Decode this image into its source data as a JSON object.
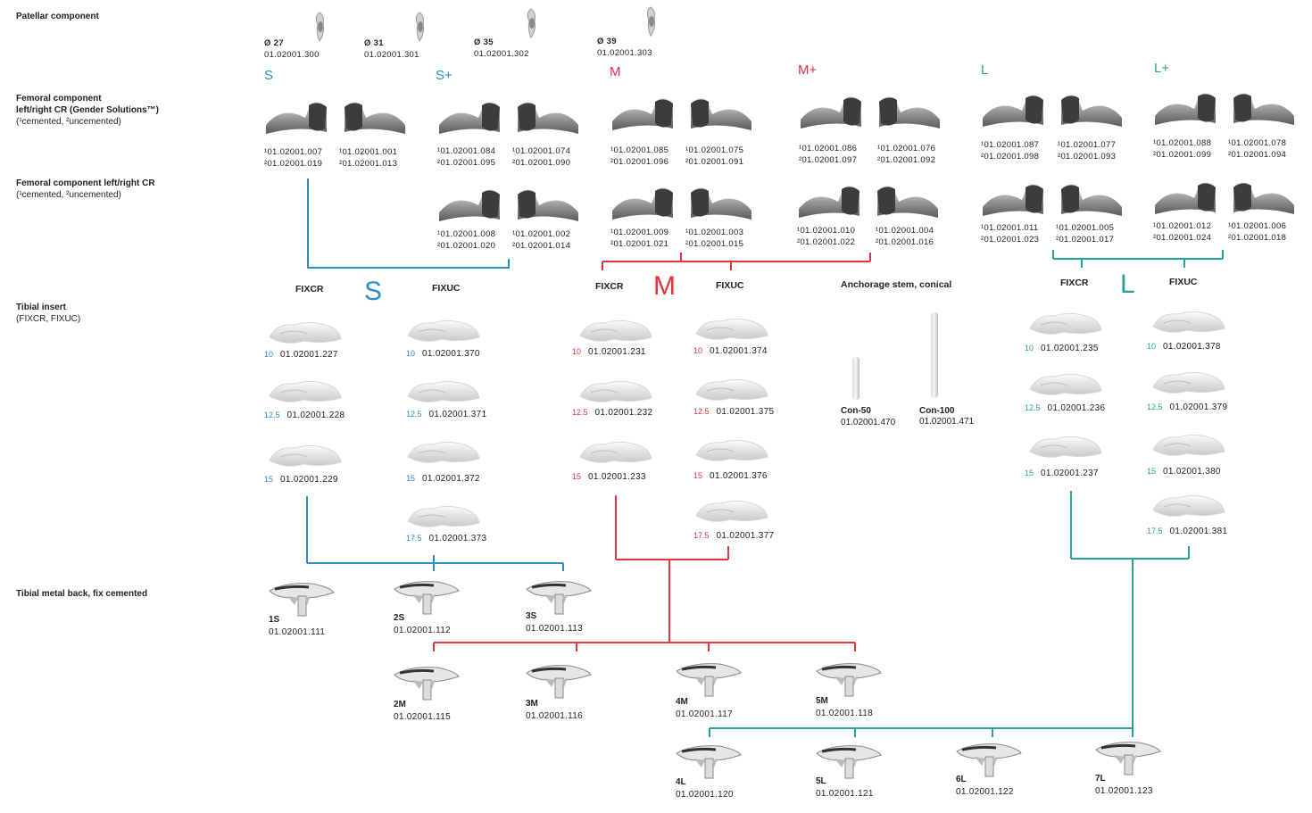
{
  "rows": {
    "patellar": {
      "title": "Patellar component"
    },
    "femoral_gender": {
      "title": "Femoral component",
      "title2": "left/right CR (Gender Solutions™)",
      "sub": "(¹cemented, ²uncemented)"
    },
    "femoral_cr": {
      "title": "Femoral component left/right CR",
      "sub": "(¹cemented, ²uncemented)"
    },
    "tibial_insert": {
      "title": "Tibial insert",
      "sub": "(FIXCR, FIXUC)"
    },
    "tibial_metal": {
      "title": "Tibial metal back, fix cemented"
    }
  },
  "patellar": [
    {
      "size": "Ø 27",
      "code": "01.02001.300"
    },
    {
      "size": "Ø 31",
      "code": "01.02001.301"
    },
    {
      "size": "Ø 35",
      "code": "01.02001.302"
    },
    {
      "size": "Ø 39",
      "code": "01.02001.303"
    }
  ],
  "size_heads": [
    "S",
    "S+",
    "M",
    "M+",
    "L",
    "L+"
  ],
  "femoral_gender": [
    {
      "l1": "¹01.02001.007",
      "r1": "¹01.02001.001",
      "l2": "²01.02001.019",
      "r2": "²01.02001.013"
    },
    {
      "l1": "¹01.02001.084",
      "r1": "¹01.02001.074",
      "l2": "²01.02001.095",
      "r2": "²01.02001.090"
    },
    {
      "l1": "¹01.02001.085",
      "r1": "¹01.02001.075",
      "l2": "²01.02001.096",
      "r2": "²01.02001.091"
    },
    {
      "l1": "¹01.02001.086",
      "r1": "¹01.02001.076",
      "l2": "²01.02001.097",
      "r2": "²01.02001.092"
    },
    {
      "l1": "¹01.02001.087",
      "r1": "¹01.02001.077",
      "l2": "²01.02001.098",
      "r2": "²01.02001.093"
    },
    {
      "l1": "¹01.02001.088",
      "r1": "¹01.02001.078",
      "l2": "²01.02001.099",
      "r2": "²01.02001.094"
    }
  ],
  "femoral_cr": [
    {
      "l1": "¹01.02001.008",
      "r1": "¹01.02001.002",
      "l2": "²01.02001.020",
      "r2": "²01.02001.014"
    },
    {
      "l1": "¹01.02001.009",
      "r1": "¹01.02001.003",
      "l2": "²01.02001.021",
      "r2": "²01.02001.015"
    },
    {
      "l1": "¹01.02001.010",
      "r1": "¹01.02001.004",
      "l2": "²01.02001.022",
      "r2": "²01.02001.016"
    },
    {
      "l1": "¹01.02001.011",
      "r1": "¹01.02001.005",
      "l2": "²01.02001.023",
      "r2": "²01.02001.017"
    },
    {
      "l1": "¹01.02001.012",
      "r1": "¹01.02001.006",
      "l2": "²01.02001.024",
      "r2": "²01.02001.018"
    }
  ],
  "groups": {
    "S": {
      "letter": "S",
      "fixcr": "FIXCR",
      "fixuc": "FIXUC",
      "cr": [
        {
          "n": "10",
          "c": "01.02001.227"
        },
        {
          "n": "12.5",
          "c": "01.02001.228"
        },
        {
          "n": "15",
          "c": "01.02001.229"
        }
      ],
      "uc": [
        {
          "n": "10",
          "c": "01.02001.370"
        },
        {
          "n": "12.5",
          "c": "01.02001.371"
        },
        {
          "n": "15",
          "c": "01.02001.372"
        },
        {
          "n": "17.5",
          "c": "01.02001.373"
        }
      ]
    },
    "M": {
      "letter": "M",
      "fixcr": "FIXCR",
      "fixuc": "FIXUC",
      "cr": [
        {
          "n": "10",
          "c": "01.02001.231"
        },
        {
          "n": "12.5",
          "c": "01.02001.232"
        },
        {
          "n": "15",
          "c": "01.02001.233"
        }
      ],
      "uc": [
        {
          "n": "10",
          "c": "01.02001.374"
        },
        {
          "n": "12.5",
          "c": "01.02001.375"
        },
        {
          "n": "15",
          "c": "01.02001.376"
        },
        {
          "n": "17.5",
          "c": "01.02001.377"
        }
      ]
    },
    "L": {
      "letter": "L",
      "fixcr": "FIXCR",
      "fixuc": "FIXUC",
      "cr": [
        {
          "n": "10",
          "c": "01.02001.235"
        },
        {
          "n": "12.5",
          "c": "01.02001.236"
        },
        {
          "n": "15",
          "c": "01.02001.237"
        }
      ],
      "uc": [
        {
          "n": "10",
          "c": "01.02001.378"
        },
        {
          "n": "12.5",
          "c": "01.02001.379"
        },
        {
          "n": "15",
          "c": "01.02001.380"
        },
        {
          "n": "17.5",
          "c": "01.02001.381"
        }
      ]
    }
  },
  "anchorage": {
    "title": "Anchorage stem, conical",
    "items": [
      {
        "name": "Con-50",
        "code": "01.02001.470"
      },
      {
        "name": "Con-100",
        "code": "01.02001.471"
      }
    ]
  },
  "metal_backs": [
    {
      "size": "1S",
      "code": "01.02001.111"
    },
    {
      "size": "2S",
      "code": "01.02001.112"
    },
    {
      "size": "3S",
      "code": "01.02001.113"
    },
    {
      "size": "2M",
      "code": "01.02001.115"
    },
    {
      "size": "3M",
      "code": "01.02001.116"
    },
    {
      "size": "4M",
      "code": "01.02001.117"
    },
    {
      "size": "5M",
      "code": "01.02001.118"
    },
    {
      "size": "4L",
      "code": "01.02001.120"
    },
    {
      "size": "5L",
      "code": "01.02001.121"
    },
    {
      "size": "6L",
      "code": "01.02001.122"
    },
    {
      "size": "7L",
      "code": "01.02001.123"
    }
  ],
  "colors": {
    "S": "#2a8fc7",
    "M": "#e0343c",
    "L": "#27a29a"
  }
}
